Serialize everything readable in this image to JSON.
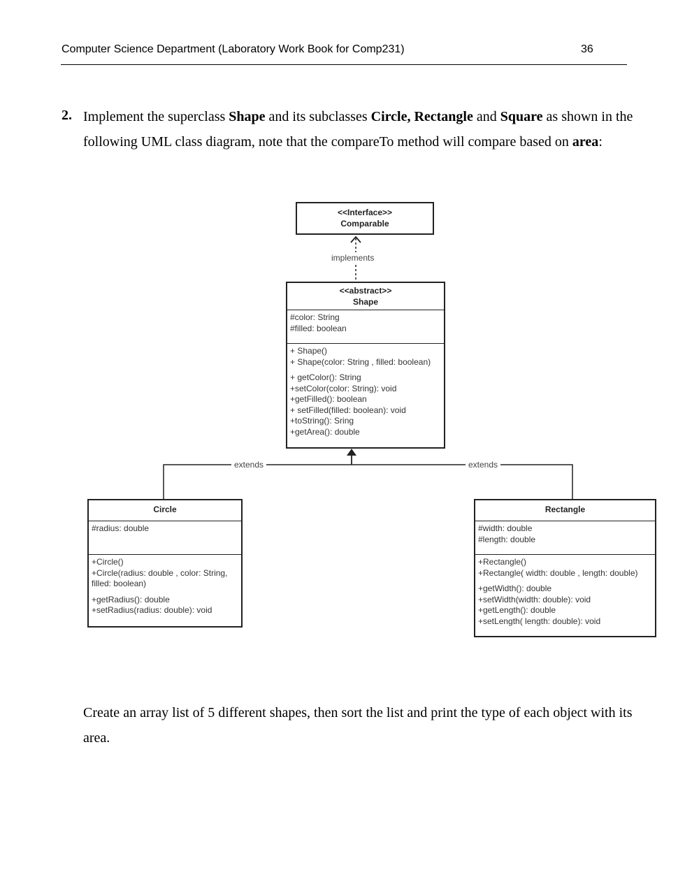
{
  "header": {
    "title": "Computer Science Department (Laboratory Work Book for Comp231)",
    "page_number": "36"
  },
  "question": {
    "number": "2.",
    "t1": "Implement the superclass ",
    "b1": "Shape",
    "t2": " and its subclasses ",
    "b2": "Circle, Rectangle",
    "t3": " and ",
    "b3": "Square",
    "t4": " as shown in the following UML class diagram, note that the compareTo method will compare based on ",
    "b4": "area",
    "t5": ":"
  },
  "diagram": {
    "comparable": {
      "stereotype": "<<Interface>>",
      "name": "Comparable"
    },
    "implements_label": "implements",
    "shape": {
      "stereotype": "<<abstract>>",
      "name": "Shape",
      "attributes": [
        "#color: String",
        "#filled: boolean"
      ],
      "constructors": [
        "+ Shape()",
        "+ Shape(color: String , filled: boolean)"
      ],
      "methods": [
        "+ getColor(): String",
        "+setColor(color: String): void",
        "+getFilled(): boolean",
        "+ setFilled(filled: boolean): void",
        "+toString(): Sring",
        "+getArea(): double"
      ]
    },
    "extends_left": "extends",
    "extends_right": "extends",
    "circle": {
      "name": "Circle",
      "attributes": [
        "#radius: double"
      ],
      "constructors": [
        "+Circle()",
        "+Circle(radius: double , color: String,",
        " filled: boolean)"
      ],
      "methods": [
        "+getRadius(): double",
        "+setRadius(radius: double): void"
      ]
    },
    "rectangle": {
      "name": "Rectangle",
      "attributes": [
        "#width: double",
        "#length: double"
      ],
      "constructors": [
        "+Rectangle()",
        "+Rectangle( width: double , length: double)"
      ],
      "methods": [
        "+getWidth(): double",
        "+setWidth(width: double): void",
        "+getLength(): double",
        "+setLength( length: double): void"
      ]
    }
  },
  "footer_text": "Create an array list of 5 different shapes, then sort the list and print the type of each object with its area."
}
